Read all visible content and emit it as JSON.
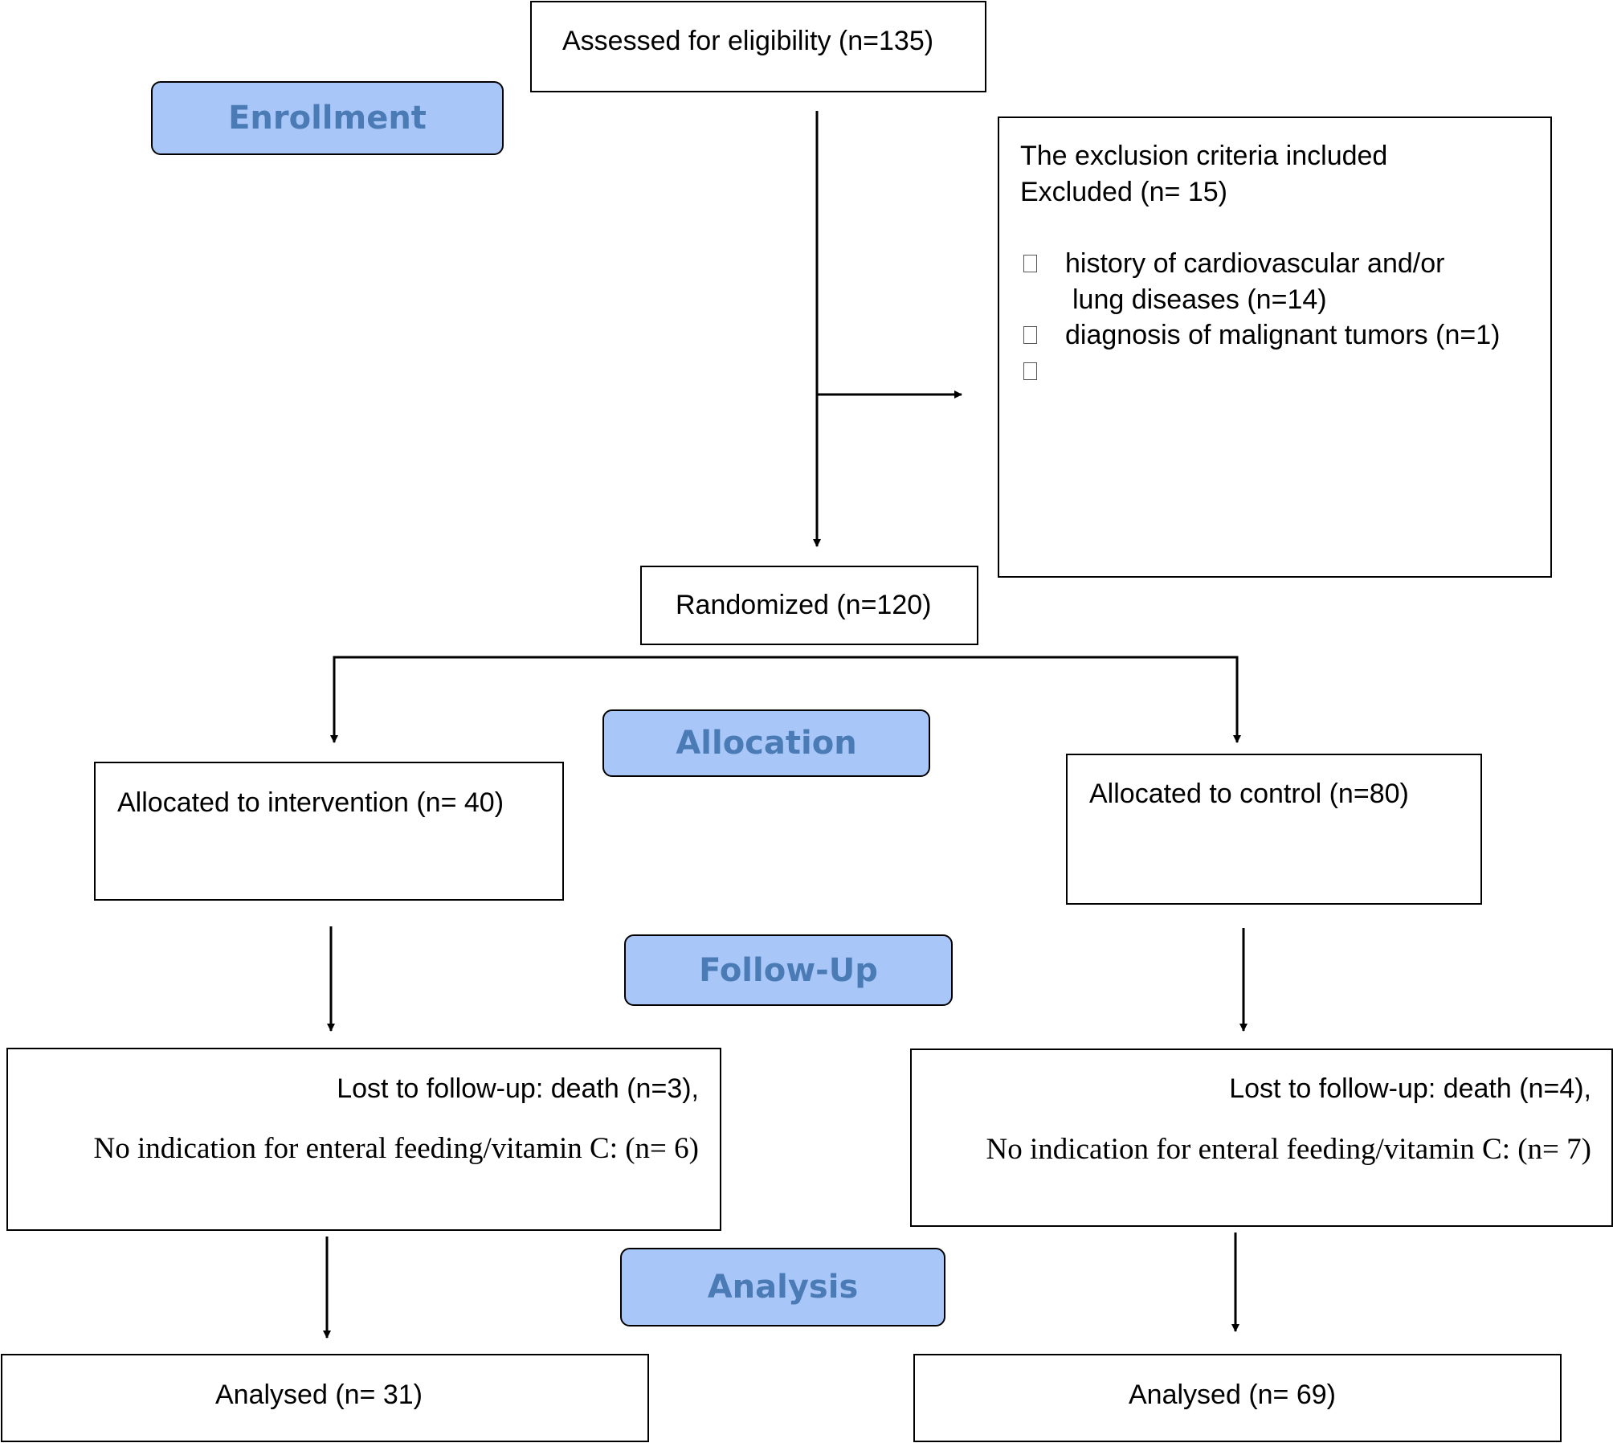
{
  "stages": {
    "enrollment": "Enrollment",
    "allocation": "Allocation",
    "follow_up": "Follow-Up",
    "analysis": "Analysis"
  },
  "assessed": "Assessed for eligibility (n=135)",
  "exclusion": {
    "heading": "The exclusion criteria included",
    "excluded": "Excluded (n= 15)",
    "items": [
      "history of cardiovascular and/or",
      "lung diseases (n=14)",
      "diagnosis of malignant tumors (n=1)"
    ]
  },
  "randomized": "Randomized (n=120)",
  "intervention": {
    "allocated": "Allocated to intervention (n= 40)",
    "lost": "Lost to follow-up: death (n=3),",
    "no_indication": "No indication for enteral feeding/vitamin C: (n= 6)",
    "analysed": "Analysed (n= 31)"
  },
  "control": {
    "allocated": "Allocated to control (n=80)",
    "lost": "Lost to follow-up: death (n=4),",
    "no_indication": "No indication for enteral feeding/vitamin C: (n= 7)",
    "analysed": "Analysed (n= 69)"
  }
}
